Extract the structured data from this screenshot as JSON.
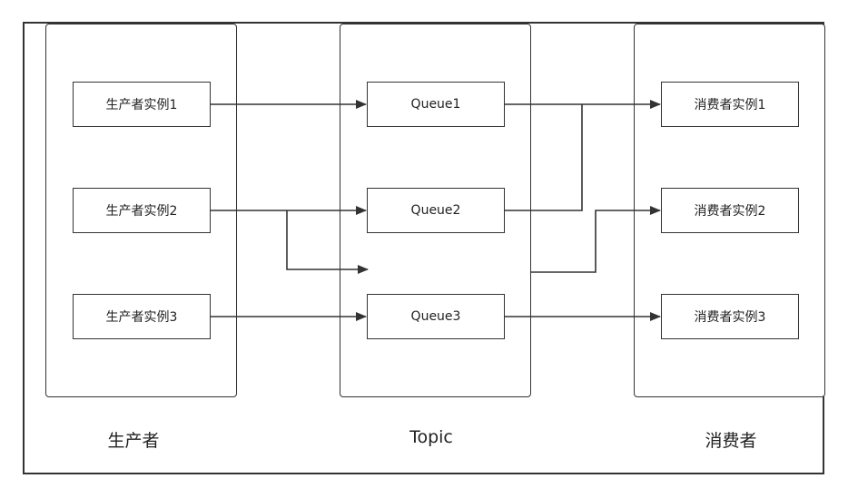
{
  "producers": {
    "label": "生产者",
    "items": [
      "生产者实例1",
      "生产者实例2",
      "生产者实例3"
    ]
  },
  "topic": {
    "label": "Topic",
    "queues": [
      "Queue1",
      "Queue2",
      "Queue3"
    ]
  },
  "consumers": {
    "label": "消费者",
    "items": [
      "消费者实例1",
      "消费者实例2",
      "消费者实例3"
    ]
  },
  "colors": {
    "stroke": "#333333",
    "background": "#ffffff"
  }
}
